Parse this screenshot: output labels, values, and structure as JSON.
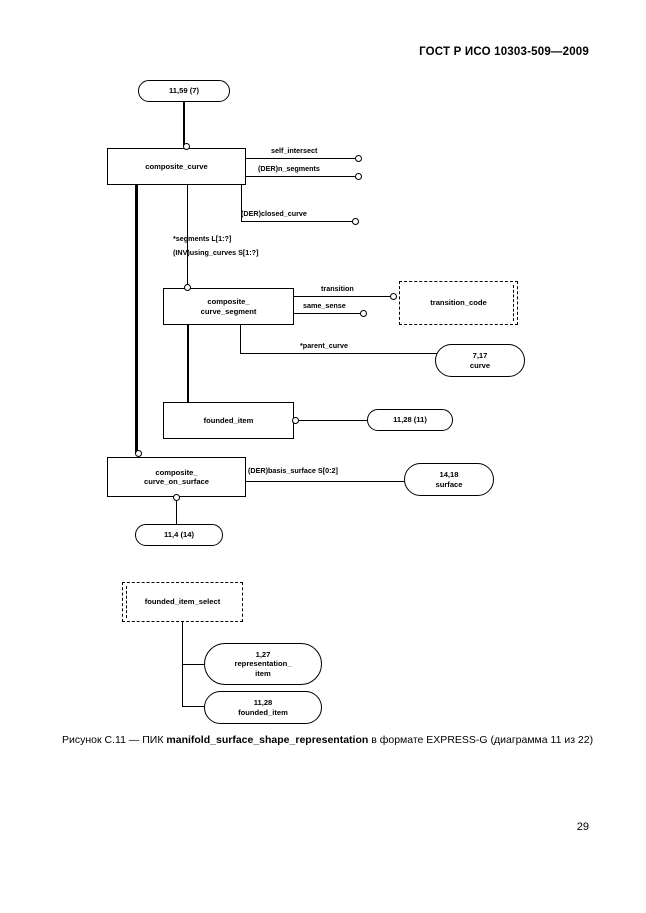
{
  "header": {
    "standard": "ГОСТ Р ИСО 10303-509—2009"
  },
  "page_number": "29",
  "caption": {
    "prefix": "Рисунок С.11 — ПИК ",
    "schema": "manifold_surface_shape_representation",
    "suffix": " в формате EXPRESS-G (диаграмма 11 из 22)"
  },
  "diagram": {
    "type": "EXPRESS-G",
    "entities": [
      {
        "id": "composite_curve",
        "kind": "entity",
        "label": "composite_curve"
      },
      {
        "id": "composite_curve_segment",
        "kind": "entity",
        "label_line1": "composite_",
        "label_line2": "curve_segment"
      },
      {
        "id": "founded_item",
        "kind": "entity",
        "label": "founded_item"
      },
      {
        "id": "composite_curve_on_surface",
        "kind": "entity",
        "label_line1": "composite_",
        "label_line2": "curve_on_surface"
      }
    ],
    "page_refs": [
      {
        "id": "ref_11_59",
        "label": "11,59 (7)"
      },
      {
        "id": "ref_7_17",
        "label_line1": "7,17",
        "label_line2": "curve"
      },
      {
        "id": "ref_11_28_11",
        "label": "11,28 (11)"
      },
      {
        "id": "ref_14_18",
        "label_line1": "14,18",
        "label_line2": "surface"
      },
      {
        "id": "ref_11_4",
        "label": "11,4 (14)"
      },
      {
        "id": "ref_1_27",
        "label_line1": "1,27",
        "label_line2": "representation_",
        "label_line3": "item"
      },
      {
        "id": "ref_11_28",
        "label_line1": "11,28",
        "label_line2": "founded_item"
      }
    ],
    "defined_types": [
      {
        "id": "transition_code",
        "label": "transition_code"
      },
      {
        "id": "founded_item_select",
        "label": "founded_item_select"
      }
    ],
    "attributes": [
      {
        "id": "self_intersect",
        "label": "self_intersect"
      },
      {
        "id": "n_segments",
        "label": "(DER)n_segments"
      },
      {
        "id": "closed_curve",
        "label": "(DER)closed_curve"
      },
      {
        "id": "segments",
        "label": "*segments L[1:?]"
      },
      {
        "id": "using_curves",
        "label": "(INV)using_curves S[1:?]"
      },
      {
        "id": "transition",
        "label": "transition"
      },
      {
        "id": "same_sense",
        "label": "same_sense"
      },
      {
        "id": "parent_curve",
        "label": "*parent_curve"
      },
      {
        "id": "basis_surface",
        "label": "(DER)basis_surface S[0:2]"
      }
    ]
  }
}
